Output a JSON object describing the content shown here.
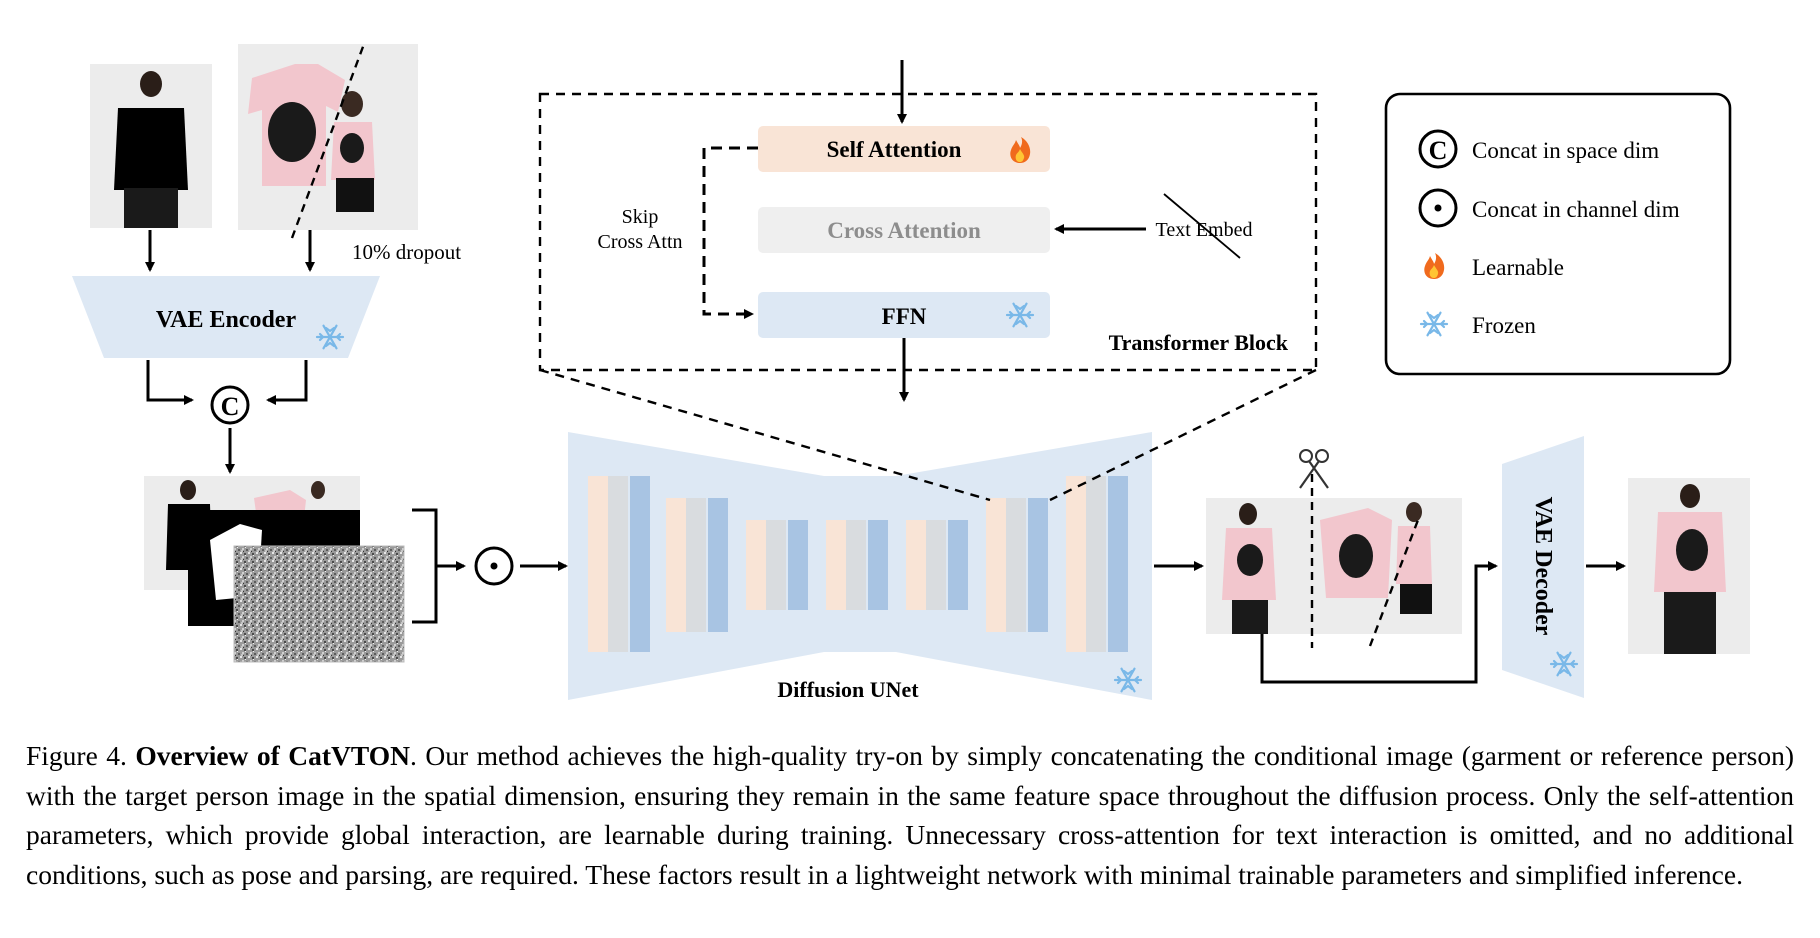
{
  "encoder": {
    "label": "VAE Encoder"
  },
  "dropout": {
    "label": "10% dropout"
  },
  "transformer": {
    "self_attention": "Self Attention",
    "cross_attention": "Cross Attention",
    "ffn": "FFN",
    "skip_label_line1": "Skip",
    "skip_label_line2": "Cross Attn",
    "text_embed": "Text Embed",
    "block_label": "Transformer Block"
  },
  "unet": {
    "label": "Diffusion UNet"
  },
  "decoder": {
    "label": "VAE Decoder"
  },
  "legend": {
    "items": [
      {
        "symbol": "concat-space-icon",
        "label": "Concat in space dim"
      },
      {
        "symbol": "concat-channel-icon",
        "label": "Concat in channel dim"
      },
      {
        "symbol": "fire-icon",
        "label": "Learnable"
      },
      {
        "symbol": "snowflake-icon",
        "label": "Frozen"
      }
    ]
  },
  "colors": {
    "peach": "#f9e4d6",
    "light_blue": "#dde8f4",
    "mid_blue": "#a8c4e3",
    "grey": "#d9dcdf",
    "pink_shirt": "#f0c4cc"
  },
  "caption": {
    "prefix": "Figure 4.",
    "bold": "Overview of CatVTON",
    "text": ". Our method achieves the high-quality try-on by simply concatenating the conditional image (garment or reference person) with the target person image in the spatial dimension, ensuring they remain in the same feature space throughout the diffusion process.  Only the self-attention parameters, which provide global interaction, are learnable during training.  Unnecessary cross-attention for text interaction is omitted, and no additional conditions, such as pose and parsing, are required. These factors result in a lightweight network with minimal trainable parameters and simplified inference."
  }
}
